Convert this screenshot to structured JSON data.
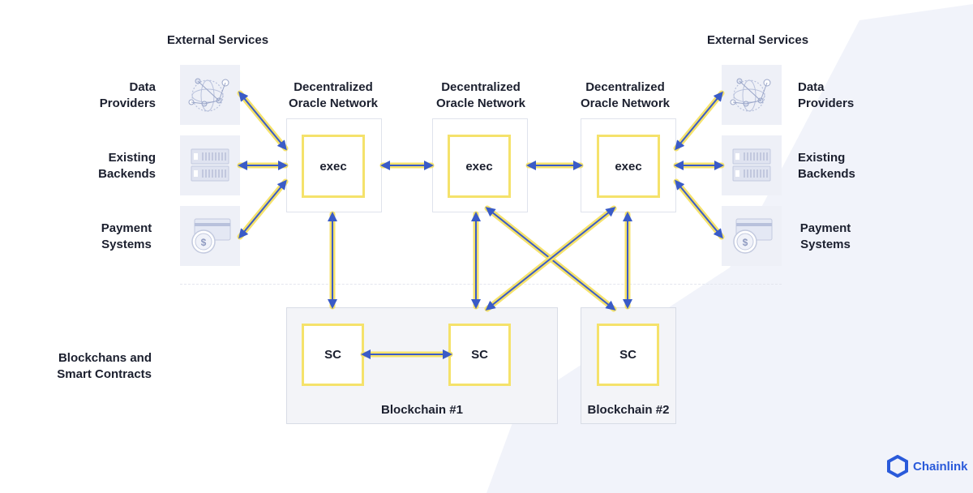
{
  "headers": {
    "external_left": "External Services",
    "external_right": "External Services"
  },
  "left_services": [
    {
      "label_l1": "Data",
      "label_l2": "Providers",
      "icon": "globe-network-icon"
    },
    {
      "label_l1": "Existing",
      "label_l2": "Backends",
      "icon": "server-icon"
    },
    {
      "label_l1": "Payment",
      "label_l2": "Systems",
      "icon": "payment-card-icon"
    }
  ],
  "right_services": [
    {
      "label_l1": "Data",
      "label_l2": "Providers",
      "icon": "globe-network-icon"
    },
    {
      "label_l1": "Existing",
      "label_l2": "Backends",
      "icon": "server-icon"
    },
    {
      "label_l1": "Payment",
      "label_l2": "Systems",
      "icon": "payment-card-icon"
    }
  ],
  "oracle_networks": [
    {
      "title_l1": "Decentralized",
      "title_l2": "Oracle Network",
      "node": "exec"
    },
    {
      "title_l1": "Decentralized",
      "title_l2": "Oracle Network",
      "node": "exec"
    },
    {
      "title_l1": "Decentralized",
      "title_l2": "Oracle Network",
      "node": "exec"
    }
  ],
  "blockchains_label": {
    "l1": "Blockchans and",
    "l2": "Smart Contracts"
  },
  "blockchains": [
    {
      "name": "Blockchain #1",
      "contracts": [
        "SC",
        "SC"
      ]
    },
    {
      "name": "Blockchain #2",
      "contracts": [
        "SC"
      ]
    }
  ],
  "brand": {
    "name": "Chainlink",
    "color": "#2a5ada"
  },
  "colors": {
    "arrow": "#3a5bc7",
    "arrow_glow": "#f5e26b",
    "node_border": "#f5e26b"
  }
}
